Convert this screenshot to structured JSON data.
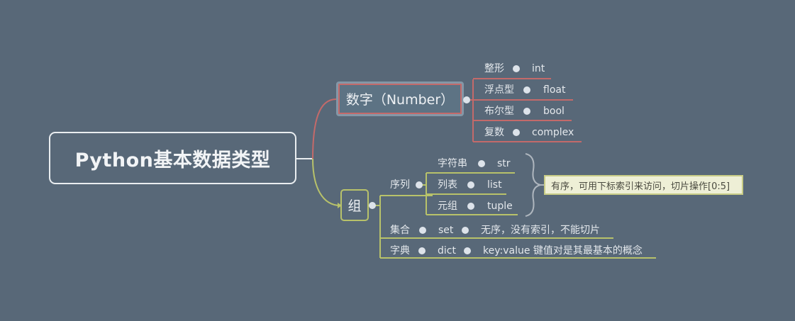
{
  "colors": {
    "background": "#586878",
    "number_branch": "#c46a6a",
    "group_branch": "#b8c26a",
    "brace": "#aeb6be",
    "note_bg": "#eeefd6"
  },
  "root": {
    "label": "Python基本数据类型"
  },
  "number": {
    "label": "数字（Number）",
    "items": [
      {
        "label": "整形",
        "value": "int"
      },
      {
        "label": "浮点型",
        "value": "float"
      },
      {
        "label": "布尔型",
        "value": "bool"
      },
      {
        "label": "复数",
        "value": "complex"
      }
    ]
  },
  "group": {
    "label": "组",
    "sequence": {
      "label": "序列",
      "items": [
        {
          "label": "字符串",
          "value": "str"
        },
        {
          "label": "列表",
          "value": "list"
        },
        {
          "label": "元组",
          "value": "tuple"
        }
      ],
      "note": "有序，可用下标索引来访问，切片操作[0:5]"
    },
    "set": {
      "label": "集合",
      "value": "set",
      "desc": "无序，没有索引，不能切片"
    },
    "dict": {
      "label": "字典",
      "value": "dict",
      "desc": "key:value 键值对是其最基本的概念"
    }
  }
}
